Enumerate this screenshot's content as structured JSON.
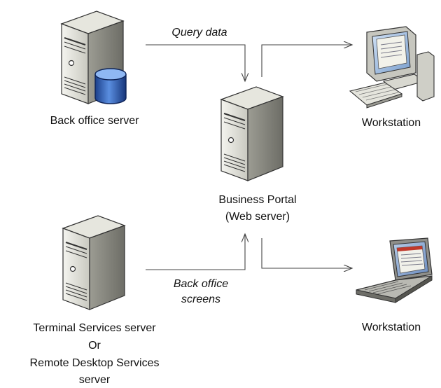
{
  "nodes": {
    "back_office_server": {
      "label": "Back office server",
      "icon": "database-server-icon"
    },
    "business_portal": {
      "line1": "Business Portal",
      "line2": "(Web server)",
      "icon": "server-tower-icon"
    },
    "workstation_top": {
      "label": "Workstation",
      "icon": "desktop-computer-icon"
    },
    "workstation_bottom": {
      "label": "Workstation",
      "icon": "laptop-icon"
    },
    "terminal_server": {
      "line1": "Terminal Services server",
      "line2": "Or",
      "line3": "Remote Desktop Services",
      "line4": "server",
      "icon": "server-tower-icon"
    }
  },
  "edges": {
    "query_data": "Query data",
    "back_office_screens_1": "Back office",
    "back_office_screens_2": "screens"
  }
}
